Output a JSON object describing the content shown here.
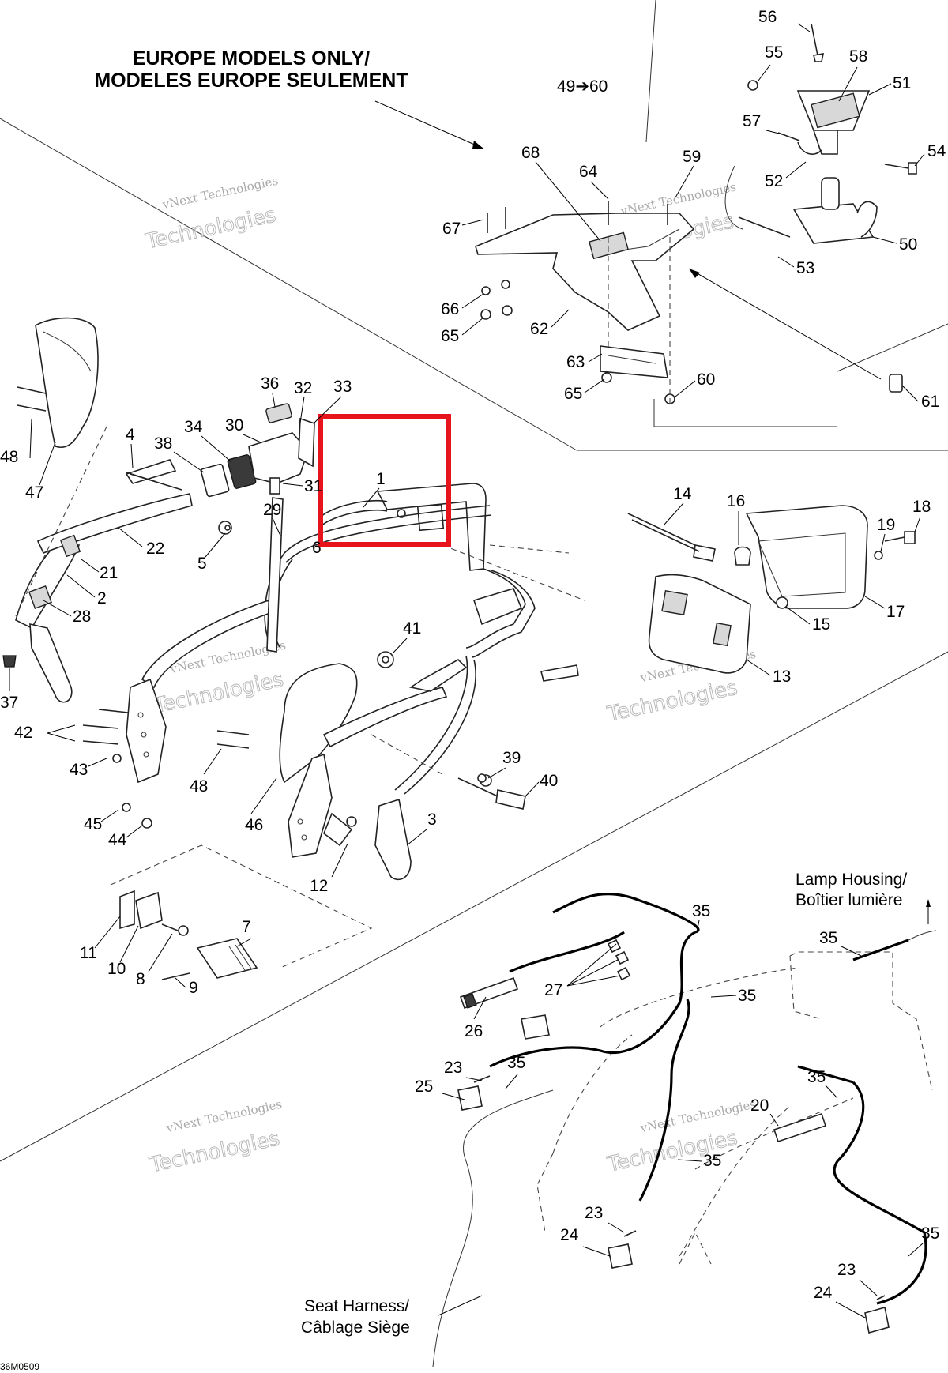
{
  "title": {
    "line1": "EUROPE MODELS ONLY/",
    "line2": "MODELES EUROPE SEULEMENT"
  },
  "ref_range": "49➔60",
  "captions": {
    "lamp_housing_1": "Lamp Housing/",
    "lamp_housing_2": "Boîtier lumière",
    "seat_harness_1": "Seat Harness/",
    "seat_harness_2": "Câblage Siège"
  },
  "figure_code": "36M0509",
  "watermark": {
    "line1": "vNext Technologies",
    "line2": "Technologies"
  },
  "highlight": {
    "color": "#e8141c",
    "target_part": "1"
  },
  "callouts": [
    {
      "id": "c56",
      "label": "56"
    },
    {
      "id": "c55",
      "label": "55"
    },
    {
      "id": "c58",
      "label": "58"
    },
    {
      "id": "c51",
      "label": "51"
    },
    {
      "id": "c57",
      "label": "57"
    },
    {
      "id": "c54",
      "label": "54"
    },
    {
      "id": "c52",
      "label": "52"
    },
    {
      "id": "c59",
      "label": "59"
    },
    {
      "id": "c64",
      "label": "64"
    },
    {
      "id": "c68",
      "label": "68"
    },
    {
      "id": "c67",
      "label": "67"
    },
    {
      "id": "c50",
      "label": "50"
    },
    {
      "id": "c53",
      "label": "53"
    },
    {
      "id": "c66",
      "label": "66"
    },
    {
      "id": "c65a",
      "label": "65"
    },
    {
      "id": "c62",
      "label": "62"
    },
    {
      "id": "c63",
      "label": "63"
    },
    {
      "id": "c60",
      "label": "60"
    },
    {
      "id": "c65b",
      "label": "65"
    },
    {
      "id": "c61",
      "label": "61"
    },
    {
      "id": "c48a",
      "label": "48"
    },
    {
      "id": "c47",
      "label": "47"
    },
    {
      "id": "c4",
      "label": "4"
    },
    {
      "id": "c38",
      "label": "38"
    },
    {
      "id": "c34",
      "label": "34"
    },
    {
      "id": "c30",
      "label": "30"
    },
    {
      "id": "c36",
      "label": "36"
    },
    {
      "id": "c32",
      "label": "32"
    },
    {
      "id": "c33",
      "label": "33"
    },
    {
      "id": "c31",
      "label": "31"
    },
    {
      "id": "c1",
      "label": "1"
    },
    {
      "id": "c29",
      "label": "29"
    },
    {
      "id": "c22",
      "label": "22"
    },
    {
      "id": "c5",
      "label": "5"
    },
    {
      "id": "c6",
      "label": "6"
    },
    {
      "id": "c21",
      "label": "21"
    },
    {
      "id": "c2",
      "label": "2"
    },
    {
      "id": "c28",
      "label": "28"
    },
    {
      "id": "c37",
      "label": "37"
    },
    {
      "id": "c41",
      "label": "41"
    },
    {
      "id": "c14",
      "label": "14"
    },
    {
      "id": "c16",
      "label": "16"
    },
    {
      "id": "c18",
      "label": "18"
    },
    {
      "id": "c19",
      "label": "19"
    },
    {
      "id": "c17",
      "label": "17"
    },
    {
      "id": "c15",
      "label": "15"
    },
    {
      "id": "c13",
      "label": "13"
    },
    {
      "id": "c42",
      "label": "42"
    },
    {
      "id": "c43",
      "label": "43"
    },
    {
      "id": "c48b",
      "label": "48"
    },
    {
      "id": "c46",
      "label": "46"
    },
    {
      "id": "c45",
      "label": "45"
    },
    {
      "id": "c44",
      "label": "44"
    },
    {
      "id": "c39",
      "label": "39"
    },
    {
      "id": "c40",
      "label": "40"
    },
    {
      "id": "c3",
      "label": "3"
    },
    {
      "id": "c12",
      "label": "12"
    },
    {
      "id": "c7",
      "label": "7"
    },
    {
      "id": "c11",
      "label": "11"
    },
    {
      "id": "c10",
      "label": "10"
    },
    {
      "id": "c8",
      "label": "8"
    },
    {
      "id": "c9",
      "label": "9"
    },
    {
      "id": "c35a",
      "label": "35"
    },
    {
      "id": "c35b",
      "label": "35"
    },
    {
      "id": "c35c",
      "label": "35"
    },
    {
      "id": "c27",
      "label": "27"
    },
    {
      "id": "c26",
      "label": "26"
    },
    {
      "id": "c23a",
      "label": "23"
    },
    {
      "id": "c35d",
      "label": "35"
    },
    {
      "id": "c25",
      "label": "25"
    },
    {
      "id": "c35e",
      "label": "35"
    },
    {
      "id": "c20",
      "label": "20"
    },
    {
      "id": "c35f",
      "label": "35"
    },
    {
      "id": "c23b",
      "label": "23"
    },
    {
      "id": "c24a",
      "label": "24"
    },
    {
      "id": "c35g",
      "label": "35"
    },
    {
      "id": "c23c",
      "label": "23"
    },
    {
      "id": "c24b",
      "label": "24"
    }
  ]
}
